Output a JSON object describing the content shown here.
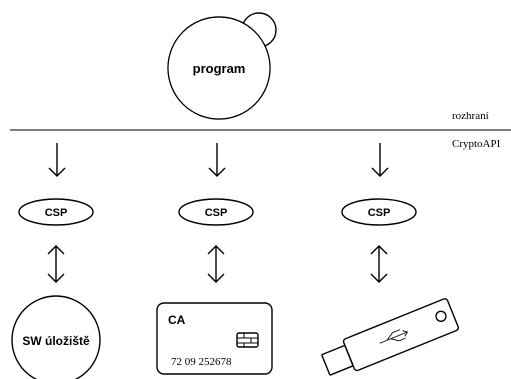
{
  "program": {
    "label": "program"
  },
  "layers": {
    "interface_label": "rozhraní",
    "api_label": "CryptoAPI"
  },
  "csp_nodes": [
    {
      "label": "CSP"
    },
    {
      "label": "CSP"
    },
    {
      "label": "CSP"
    }
  ],
  "storage": {
    "label": "SW úložiště"
  },
  "smartcard": {
    "title": "CA",
    "number": "72 09 252678"
  },
  "usb_token": {
    "icon": "usb-token-icon"
  }
}
